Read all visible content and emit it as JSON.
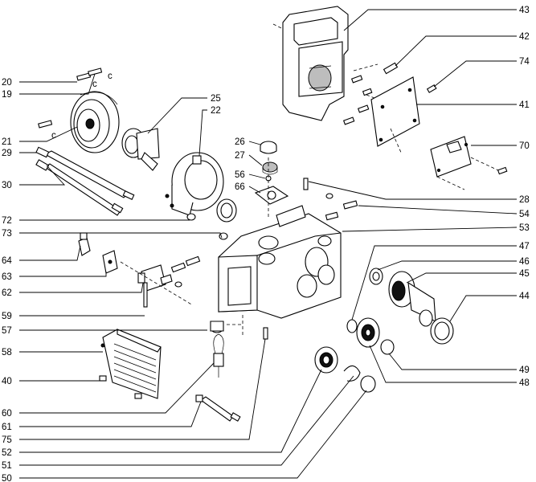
{
  "labels": {
    "l20": "20",
    "l19": "19",
    "l21": "21",
    "l29": "29",
    "l30": "30",
    "l25": "25",
    "l22": "22",
    "l26": "26",
    "l27": "27",
    "l56": "56",
    "l66": "66",
    "l72": "72",
    "l73": "73",
    "l64": "64",
    "l63": "63",
    "l62": "62",
    "l59": "59",
    "l57": "57",
    "l58": "58",
    "l40": "40",
    "l60": "60",
    "l61": "61",
    "l75": "75",
    "l52": "52",
    "l51": "51",
    "l50": "50",
    "l43": "43",
    "l42": "42",
    "l74": "74",
    "l41": "41",
    "l70": "70",
    "l28": "28",
    "l54": "54",
    "l53": "53",
    "l47": "47",
    "l46": "46",
    "l45": "45",
    "l44": "44",
    "l49": "49",
    "l48": "48"
  },
  "small_marks": {
    "c": "c"
  }
}
